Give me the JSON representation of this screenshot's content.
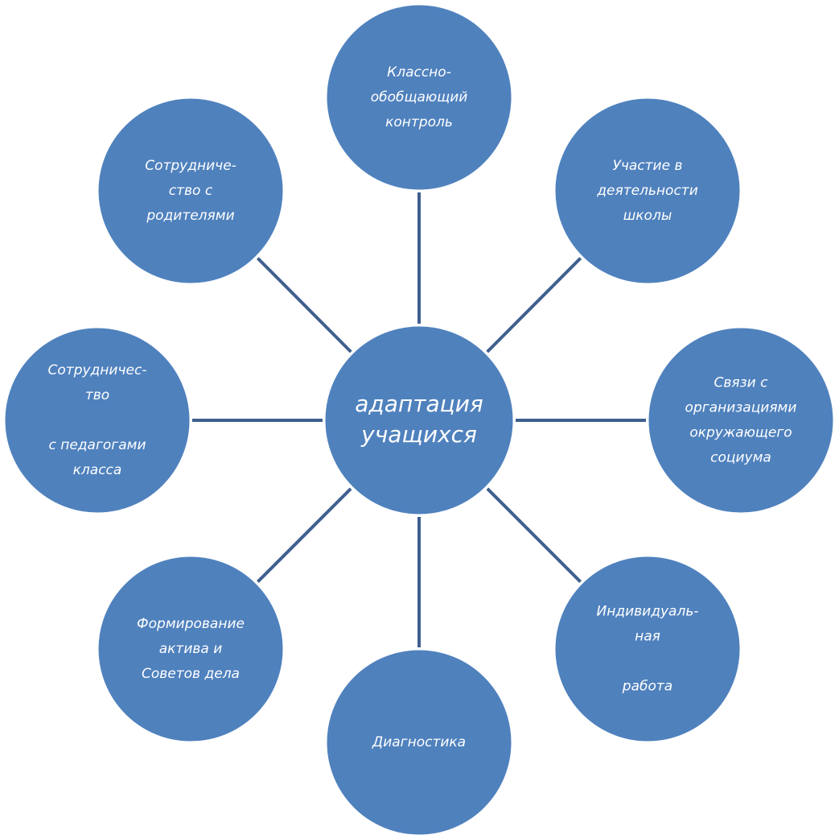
{
  "center": {
    "lines": [
      "адаптация",
      "учащихся"
    ]
  },
  "satellites": [
    {
      "id": "control",
      "lines": [
        "Классно-",
        "обобщающий",
        "контроль"
      ]
    },
    {
      "id": "school",
      "lines": [
        "Участие в",
        "деятельности",
        "школы"
      ]
    },
    {
      "id": "society",
      "lines": [
        "Связи с",
        "организациями",
        "окружающего",
        "социума"
      ]
    },
    {
      "id": "individual",
      "lines": [
        "Индивидуаль-",
        "ная",
        "",
        "работа"
      ]
    },
    {
      "id": "diagnostics",
      "lines": [
        "Диагностика"
      ]
    },
    {
      "id": "activists",
      "lines": [
        "Формирование",
        "актива   и",
        "Советов  дела"
      ]
    },
    {
      "id": "teachers",
      "lines": [
        "Сотрудничес-",
        "тво",
        "",
        "с педагогами",
        "класса"
      ]
    },
    {
      "id": "parents",
      "lines": [
        "Сотрудниче-",
        "ство с",
        "родителями"
      ]
    }
  ],
  "colors": {
    "node": "#4f81bd",
    "connector": "#3f5f8f",
    "text": "#ffffff"
  }
}
